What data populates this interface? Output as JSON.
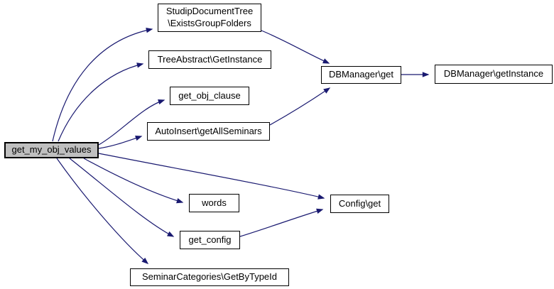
{
  "diagram": {
    "type": "call-graph",
    "colors": {
      "background": "#ffffff",
      "edge": "#191970",
      "node_fill": "#ffffff",
      "node_border": "#000000",
      "highlight_fill": "#bfbfbf"
    },
    "nodes": [
      {
        "id": "get_my_obj_values",
        "lines": [
          "get_my_obj_values"
        ],
        "highlighted": true
      },
      {
        "id": "studip_exists_group_folders",
        "lines": [
          "StudipDocumentTree",
          "\\ExistsGroupFolders"
        ],
        "highlighted": false
      },
      {
        "id": "tree_abstract_get_instance",
        "lines": [
          "TreeAbstract\\GetInstance"
        ],
        "highlighted": false
      },
      {
        "id": "get_obj_clause",
        "lines": [
          "get_obj_clause"
        ],
        "highlighted": false
      },
      {
        "id": "auto_insert_get_all_seminars",
        "lines": [
          "AutoInsert\\getAllSeminars"
        ],
        "highlighted": false
      },
      {
        "id": "db_manager_get",
        "lines": [
          "DBManager\\get"
        ],
        "highlighted": false
      },
      {
        "id": "db_manager_get_instance",
        "lines": [
          "DBManager\\getInstance"
        ],
        "highlighted": false
      },
      {
        "id": "words",
        "lines": [
          "words"
        ],
        "highlighted": false
      },
      {
        "id": "config_get",
        "lines": [
          "Config\\get"
        ],
        "highlighted": false
      },
      {
        "id": "get_config",
        "lines": [
          "get_config"
        ],
        "highlighted": false
      },
      {
        "id": "seminar_categories_get_by_type_id",
        "lines": [
          "SeminarCategories\\GetByTypeId"
        ],
        "highlighted": false
      }
    ],
    "edges": [
      {
        "from": "get_my_obj_values",
        "to": "studip_exists_group_folders"
      },
      {
        "from": "get_my_obj_values",
        "to": "tree_abstract_get_instance"
      },
      {
        "from": "get_my_obj_values",
        "to": "get_obj_clause"
      },
      {
        "from": "get_my_obj_values",
        "to": "auto_insert_get_all_seminars"
      },
      {
        "from": "get_my_obj_values",
        "to": "config_get"
      },
      {
        "from": "get_my_obj_values",
        "to": "words"
      },
      {
        "from": "get_my_obj_values",
        "to": "get_config"
      },
      {
        "from": "get_my_obj_values",
        "to": "seminar_categories_get_by_type_id"
      },
      {
        "from": "studip_exists_group_folders",
        "to": "db_manager_get"
      },
      {
        "from": "auto_insert_get_all_seminars",
        "to": "db_manager_get"
      },
      {
        "from": "db_manager_get",
        "to": "db_manager_get_instance"
      },
      {
        "from": "get_config",
        "to": "config_get"
      }
    ]
  }
}
